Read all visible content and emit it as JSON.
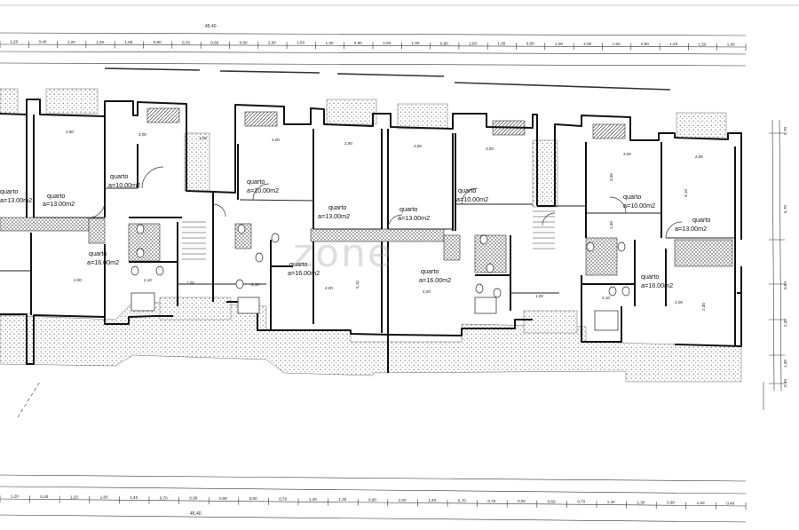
{
  "watermark": "zone",
  "overall_dimension": "45,40",
  "rooms": [
    {
      "id": "r1",
      "name": "quarto",
      "area": "a=13.00m2"
    },
    {
      "id": "r2",
      "name": "quarto",
      "area": "a=13.00m2"
    },
    {
      "id": "r3",
      "name": "quarto",
      "area": "a=10.00m2"
    },
    {
      "id": "r4",
      "name": "quarto",
      "area": "a=16.00m2"
    },
    {
      "id": "r5",
      "name": "quarto",
      "area": "a=10.00m2"
    },
    {
      "id": "r6",
      "name": "quarto",
      "area": "a=16.00m2"
    },
    {
      "id": "r7",
      "name": "quarto",
      "area": "a=13.00m2"
    },
    {
      "id": "r8",
      "name": "quarto",
      "area": "a=13.00m2"
    },
    {
      "id": "r9",
      "name": "quarto",
      "area": "a=10.00m2"
    },
    {
      "id": "r10",
      "name": "quarto",
      "area": "a=16.00m2"
    },
    {
      "id": "r11",
      "name": "quarto",
      "area": "a=10.00m2"
    },
    {
      "id": "r12",
      "name": "quarto",
      "area": "a=13.00m2"
    },
    {
      "id": "r13",
      "name": "quarto",
      "area": "a=16.00m2"
    }
  ],
  "interior_dims": [
    "2,90",
    "3,00",
    "3,00",
    "2,90",
    "2,90",
    "3,00",
    "3,00",
    "2,90",
    "4,00",
    "4,00",
    "4,00",
    "4,00",
    "1,00",
    "1,00",
    "1,00",
    "2,10",
    "2,10",
    "2,10",
    "4,10",
    "5,10",
    "1,50",
    "3,00",
    "2,30",
    "1,30",
    "5,70",
    "0,70",
    "0,40",
    "0,60"
  ],
  "top_dim_row": [
    "1,20",
    "0,40",
    "1,20",
    "1,30",
    "1,50",
    "0,80",
    "0,70",
    "0,60",
    "0,90",
    "2,00",
    "1,50",
    "1,30",
    "0,90",
    "2,00",
    "1,50",
    "0,90",
    "1,00",
    "1,30",
    "0,90",
    "1,00",
    "2,00",
    "1,50",
    "0,90",
    "1,20",
    "1,50",
    "1,00"
  ],
  "bottom_dim_row": [
    "1,20",
    "0,40",
    "1,20",
    "1,80",
    "1,40",
    "0,70",
    "0,80",
    "0,90",
    "0,60",
    "0,70",
    "1,40",
    "1,30",
    "0,90",
    "1,00",
    "1,40",
    "0,70",
    "0,70",
    "0,90",
    "0,60",
    "0,70",
    "1,40",
    "1,30",
    "0,90",
    "1,20",
    "0,40"
  ]
}
